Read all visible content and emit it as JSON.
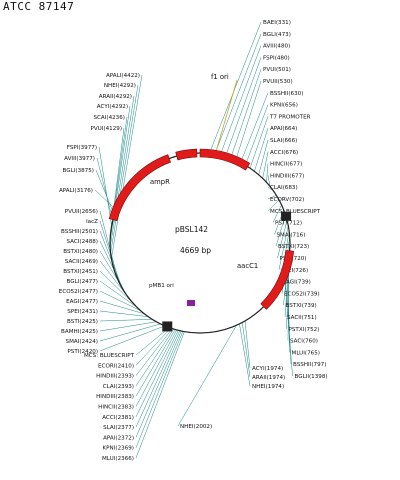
{
  "header": {
    "title": "ATCC 87147"
  },
  "map": {
    "name": "pBSL142",
    "size_label": "4669 bp",
    "colors": {
      "backbone": "#222222",
      "feature_fill": "#e11a1a",
      "site_line": "#1b8a8a",
      "site_line_alt": "#c98a1a",
      "ori_line": "#c9a227",
      "mcs_block": "#222222",
      "mcs_marker": "#8a1fa0"
    },
    "features": [
      {
        "name": "f1 ori",
        "kind": "origin"
      },
      {
        "name": "ampR",
        "kind": "gene"
      },
      {
        "name": "aacC1",
        "kind": "gene"
      },
      {
        "name": "lacZ",
        "kind": "gene"
      },
      {
        "name": "pMB1 ori",
        "kind": "origin"
      },
      {
        "name": "T7 PROMOTER",
        "kind": "promoter"
      },
      {
        "name": "MCS: BLUESCRIPT",
        "kind": "mcs"
      },
      {
        "name": "MCS: BLUESCRIPT",
        "kind": "mcs"
      }
    ],
    "site_labels": [
      "BAEI(331)",
      "BGLI(473)",
      "AVIII(480)",
      "FSPI(480)",
      "PVUI(501)",
      "PVUII(530)",
      "BSSHII(630)",
      "KPNI(656)",
      "T7 PROMOTER",
      "APAI(664)",
      "SLAI(666)",
      "ACCI(676)",
      "HINCII(677)",
      "HINDIII(677)",
      "CLAI(683)",
      "ECORV(702)",
      "MCS: BLUESCRIPT",
      "PSTI(712)",
      "SMAI(716)",
      "BSTXI(723)",
      "PSTI(720)",
      "SPEI(726)",
      "EAGI(739)",
      "ECO52I(739)",
      "BSTXI(739)",
      "SACII(751)",
      "PSTXI(752)",
      "SACI(760)",
      "MLUI(765)",
      "BSSHII(797)",
      "BGLII(1398)",
      "APALI(4422)",
      "NHEI(4292)",
      "ARAII(4292)",
      "ACYI(4292)",
      "SCAI(4236)",
      "PVUI(4129)",
      "FSPI(3977)",
      "AVIII(3977)",
      "BGLI(3875)",
      "APALI(3176)",
      "PVUII(2656)",
      "lacZ",
      "BSSHII(2501)",
      "SACI(2488)",
      "BSTXI(2480)",
      "SACII(2469)",
      "BSTXI(2451)",
      "BGLI(2477)",
      "ECO52I(2477)",
      "EAGI(2477)",
      "SPEI(2431)",
      "BSTI(2425)",
      "BAMHI(2425)",
      "SMAI(2424)",
      "PSTI(2420)",
      "MCS: BLUESCRIPT",
      "ECORI(2410)",
      "HINDIII(2393)",
      "CLAI(2393)",
      "HINDIII(2383)",
      "HINCII(2383)",
      "ACCI(2381)",
      "SLAI(2377)",
      "APAI(2372)",
      "KPNI(2369)",
      "MLUI(2366)",
      "ACYI(1974)",
      "ARAII(1974)",
      "NHEI(1974)",
      "NHEI(2002)"
    ]
  }
}
